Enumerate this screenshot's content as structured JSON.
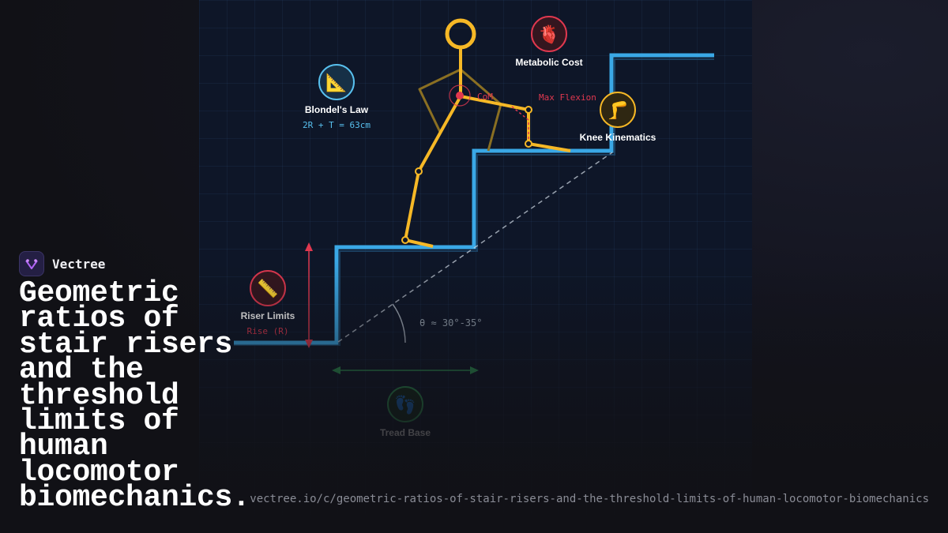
{
  "brand": {
    "name": "Vectree"
  },
  "headline": "Geometric ratios of stair risers and the threshold limits of human locomotor biomechanics.",
  "page_url": "vectree.io/c/geometric-ratios-of-stair-risers-and-the-threshold-limits-of-human-locomotor-biomechanics",
  "diagram": {
    "nodes": {
      "blondel": {
        "title": "Blondel's Law",
        "detail": "2R + T = 63cm",
        "icon": "triangle-ruler-icon"
      },
      "metabolic": {
        "title": "Metabolic Cost",
        "icon": "heart-icon"
      },
      "knee": {
        "title": "Knee Kinematics",
        "icon": "leg-icon"
      },
      "riser": {
        "title": "Riser Limits",
        "detail": "Rise (R)",
        "icon": "ruler-icon"
      },
      "tread": {
        "title": "Tread Base",
        "icon": "footprints-icon"
      }
    },
    "labels": {
      "com": "CoM",
      "max_flexion": "Max Flexion",
      "angle": "θ ≈ 30°-35°"
    },
    "icon_glyphs": {
      "blondel": "📐",
      "metabolic": "🫀",
      "knee": "🦵",
      "riser": "📏",
      "tread": "👣"
    },
    "colors": {
      "stairs": "#3aa8e6",
      "figure": "#f6b826",
      "accent_red": "#e0384f",
      "node_blue": "#58c0ee",
      "node_yellow": "#f6b826",
      "node_green": "#2f9a57",
      "angle_line": "#c8d1dc"
    }
  }
}
